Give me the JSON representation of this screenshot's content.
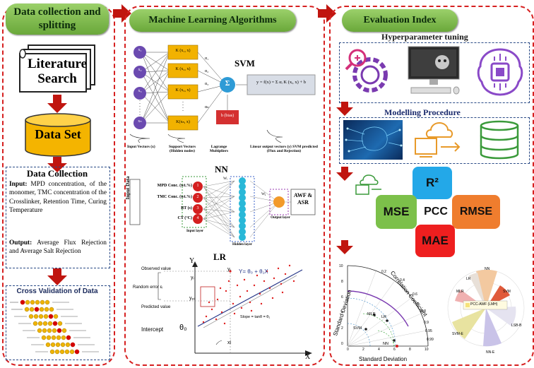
{
  "col1": {
    "header": "Data collection and splitting",
    "literature": "Literature Search",
    "dataset": "Data Set",
    "collection_title": "Data Collection",
    "input_label": "Input:",
    "input_text": " MPD concentration, of the monomer, TMC concentration of the Crosslinker, Retention Time, Curing Temperature",
    "output_label": "Output:",
    "output_text": " Average Flux Rejection and Average Salt Rejection",
    "cv_title": "Cross Validation of Data"
  },
  "col2": {
    "header": "Machine Learning Algorithms",
    "svm": {
      "title": "SVM",
      "inputs": [
        "x₁",
        "x₂",
        "x₃",
        "xₙ"
      ],
      "kernels": [
        "K (x₁, x)",
        "K (x₂, x)",
        "K (x₃, x)",
        "K(xₙ, x)"
      ],
      "alphas": [
        "α₁",
        "α₂",
        "α₃",
        "αₙ"
      ],
      "sum": "Σ",
      "bias": "b (bias)",
      "formula": "y = f(x) = Σ αᵢ K (xᵢ, x) + b",
      "lbl_inputs": "Input Vectors (x)",
      "lbl_support": "Support Vectors (Hidden nodes)",
      "lbl_lagrange": "Lagrange Multipliers",
      "lbl_output": "Linear output vectors (y) SVM predicted (Flux and Rejection)"
    },
    "nn": {
      "title": "NN",
      "side_label": "Input Data",
      "inputs": [
        "MPD Conc. (wt.%)",
        "TMC Conc. (wt.%)",
        "RT (s)",
        "CT (°C)"
      ],
      "nodes": [
        "1",
        "2",
        "3",
        "4"
      ],
      "wi": "Wᵢ",
      "wj": "Wⱼ",
      "input_layer": "Input layer",
      "hidden_layer": "Hidden layer",
      "output_layer": "Output layer",
      "output": "AWF & ASR"
    },
    "lr": {
      "title": "LR",
      "observed": "Observed value",
      "random_error": "Random error εᵢ",
      "predicted": "Predicted value",
      "intercept": "Intercept",
      "theta0": "θ₀",
      "yi": "yᵢ",
      "ypi": "yₚᵢ",
      "xi": "xi",
      "eq": "Y= θ₀ + θ₁X",
      "slope": "Slope = tanθ = θ₁",
      "axis_y": "Y",
      "axis_x": "X"
    }
  },
  "col3": {
    "header": "Evaluation Index",
    "hyper": "Hyperparameter tuning",
    "modelling": "Modelling Procedure",
    "metrics": {
      "r2": "R²",
      "mse": "MSE",
      "pcc": "PCC",
      "rmse": "RMSE",
      "mae": "MAE"
    },
    "taylor": {
      "cc_label": "Correlation Coefficient",
      "sd_label": "Standard Deviation",
      "sd_label2": "Standard Deviation",
      "models": [
        "MLR",
        "LR",
        "SVM",
        "NN"
      ],
      "cc_ticks": [
        "0.2",
        "0.4",
        "0.6",
        "0.8",
        "0.9",
        "0.95",
        "0.99"
      ],
      "sd_ticks_y": [
        "10",
        "8",
        "6",
        "4",
        "2",
        "0"
      ],
      "sd_ticks_x": [
        "0",
        "2",
        "4",
        "6",
        "8",
        "10"
      ]
    },
    "radial": {
      "legend": "PCC-AWF (LMH)",
      "labels": [
        "NN",
        "SVM",
        "LR",
        "MLR",
        "LSB-B",
        "SVM-E",
        "NN-E"
      ]
    }
  },
  "colors": {
    "panel_border": "#d62020",
    "header_green": "#7dbb4c",
    "arrow_red": "#c0150f",
    "dataset_gold": "#f4b400"
  }
}
